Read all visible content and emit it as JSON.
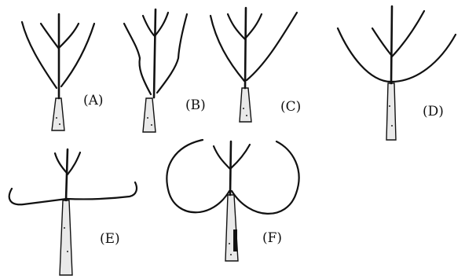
{
  "labels": {
    "a": "(A)",
    "b": "(B)",
    "c": "(C)",
    "d": "(D)",
    "e": "(E)",
    "f": "(F)"
  },
  "colors": {
    "ink": "#111111",
    "trunk_light": "#e9e9e9",
    "background": "#ffffff"
  }
}
